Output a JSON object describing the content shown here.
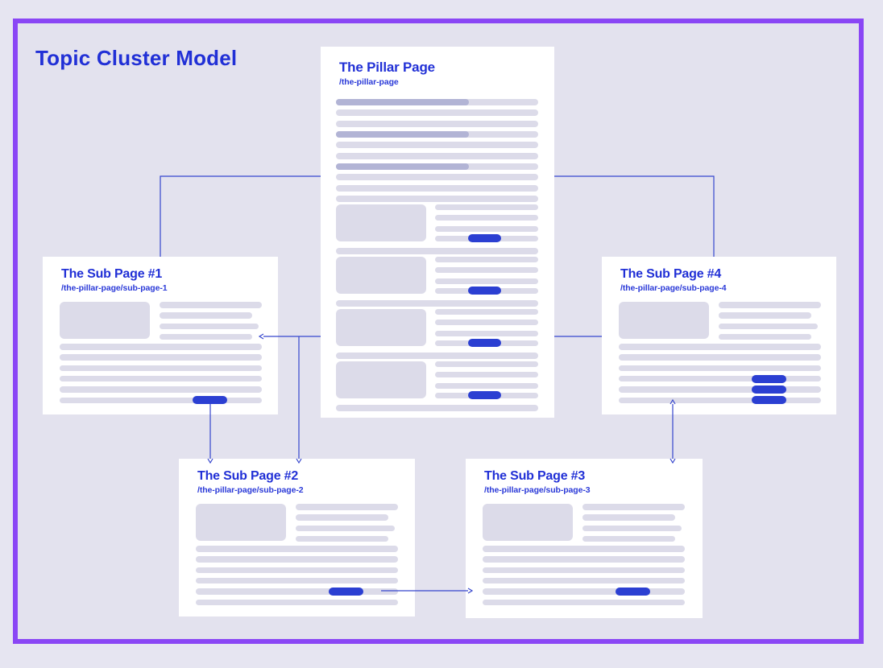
{
  "title": "Topic Cluster Model",
  "colors": {
    "bg": "#e6e5f1",
    "frame-fill": "#e3e2ee",
    "purple": "#8a46f5",
    "card": "#ffffff",
    "heading": "#2130d6",
    "url": "#2b3ad8",
    "pill": "#2b3fd2",
    "conn": "#3646cd",
    "sk-light": "#dcdbe9",
    "sk-dark": "#b2b4d5"
  },
  "cards": [
    {
      "id": "pillar",
      "title": "The Pillar Page",
      "url": "/the-pillar-page",
      "skeleton": {
        "type": "pillar",
        "paragraph_pattern": [
          "dark",
          "light",
          "light",
          "dark",
          "light",
          "light",
          "dark",
          "light",
          "light",
          "light"
        ],
        "blocks": [
          {
            "media": true,
            "lines": 4,
            "link_line": 4
          },
          {
            "media": true,
            "lines": 4,
            "link_line": 4
          },
          {
            "media": true,
            "lines": 4,
            "link_line": 4
          },
          {
            "media": true,
            "lines": 4,
            "link_line": 4
          }
        ]
      }
    },
    {
      "id": "sub-1",
      "title": "The Sub Page #1",
      "url": "/the-pillar-page/sub-page-1",
      "skeleton": {
        "type": "sub",
        "media_lines": 4,
        "paragraph_lines": 6,
        "link_lines": [
          6
        ]
      }
    },
    {
      "id": "sub-2",
      "title": "The Sub Page #2",
      "url": "/the-pillar-page/sub-page-2",
      "skeleton": {
        "type": "sub",
        "media_lines": 4,
        "paragraph_lines": 6,
        "link_lines": [
          5
        ]
      }
    },
    {
      "id": "sub-3",
      "title": "The Sub Page #3",
      "url": "/the-pillar-page/sub-page-3",
      "skeleton": {
        "type": "sub",
        "media_lines": 4,
        "paragraph_lines": 6,
        "link_lines": [
          5
        ]
      }
    },
    {
      "id": "sub-4",
      "title": "The Sub Page #4",
      "url": "/the-pillar-page/sub-page-4",
      "skeleton": {
        "type": "sub",
        "media_lines": 4,
        "paragraph_lines": 6,
        "link_lines": [
          4,
          5,
          6
        ]
      }
    }
  ],
  "connections": [
    {
      "from": "pillar",
      "to": "sub-1",
      "style": "elbow-line"
    },
    {
      "from": "pillar",
      "to": "sub-4",
      "style": "elbow-line"
    },
    {
      "from": "pillar",
      "to": "sub-1",
      "style": "arrow"
    },
    {
      "from": "pillar",
      "to": "sub-2",
      "style": "arrow"
    },
    {
      "from": "pillar",
      "to": "sub-4",
      "style": "line"
    },
    {
      "from": "sub-1",
      "to": "sub-2",
      "style": "arrow"
    },
    {
      "from": "sub-2",
      "to": "sub-3",
      "style": "arrow"
    },
    {
      "from": "sub-3",
      "to": "sub-4",
      "style": "double-arrow"
    }
  ]
}
